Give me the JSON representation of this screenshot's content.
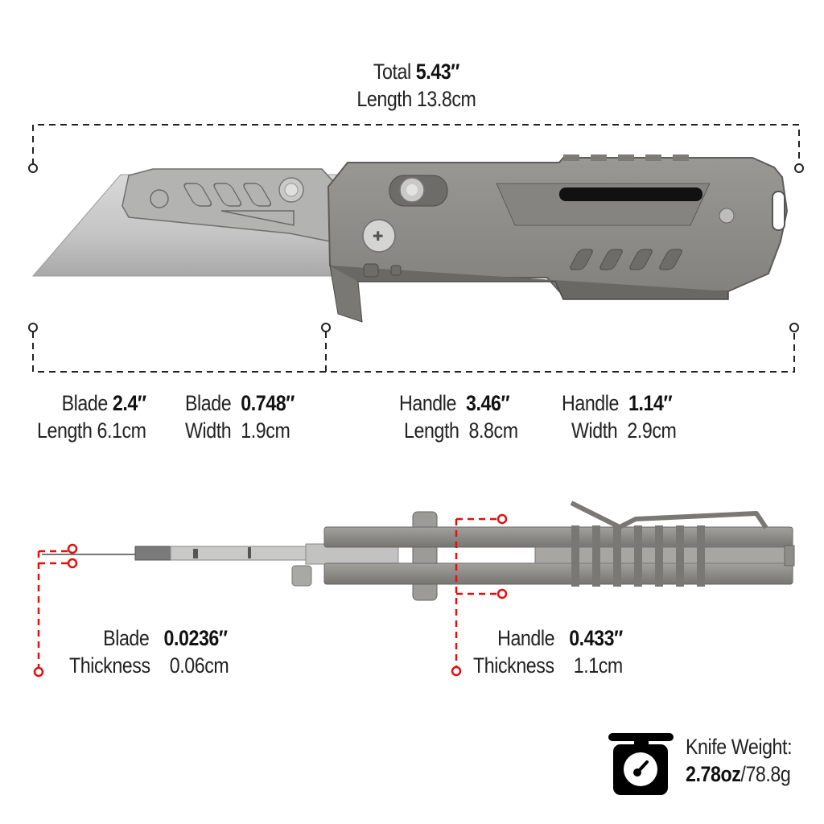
{
  "total": {
    "label1": "Total",
    "value": "5.43″",
    "label2": "Length",
    "metric": "13.8cm"
  },
  "specs": [
    {
      "label1": "Blade",
      "value": "2.4″",
      "label2": "Length",
      "metric": "6.1cm"
    },
    {
      "label1": "Blade",
      "value": "0.748″",
      "label2": "Width",
      "metric": "1.9cm"
    },
    {
      "label1": "Handle",
      "value": "3.46″",
      "label2": "Length",
      "metric": "8.8cm"
    },
    {
      "label1": "Handle",
      "value": "1.14″",
      "label2": "Width",
      "metric": "2.9cm"
    }
  ],
  "thickness": [
    {
      "label1": "Blade",
      "value": "0.0236″",
      "label2": "Thickness",
      "metric": "0.06cm"
    },
    {
      "label1": "Handle",
      "value": "0.433″",
      "label2": "Thickness",
      "metric": "1.1cm"
    }
  ],
  "weight": {
    "label": "Knife Weight:",
    "oz": "2.78oz",
    "sep": "/",
    "grams": "78.8g",
    "icon": "scale-icon"
  },
  "colors": {
    "dimension_line": "#222222",
    "thickness_line": "#e01010",
    "metal": "#8c8c88",
    "blade": "#c9c9c9"
  }
}
